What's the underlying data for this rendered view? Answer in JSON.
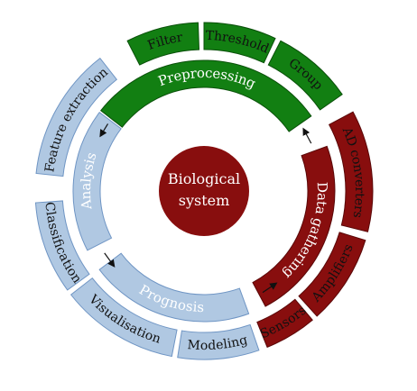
{
  "center": {
    "line1": "Biological",
    "line2": "system"
  },
  "inner_ring": [
    {
      "key": "analysis",
      "label": "Analysis"
    },
    {
      "key": "prognosis",
      "label": "Prognosis"
    },
    {
      "key": "data_gathering",
      "label": "Data gathering"
    },
    {
      "key": "preprocessing",
      "label": "Preprocessing"
    }
  ],
  "outer_ring": [
    {
      "key": "filter",
      "label": "Filter"
    },
    {
      "key": "threshold",
      "label": "Threshold"
    },
    {
      "key": "group",
      "label": "Group"
    },
    {
      "key": "ad_converters",
      "label": "AD converters"
    },
    {
      "key": "amplifiers",
      "label": "Amplifiers"
    },
    {
      "key": "sensors",
      "label": "Sensors"
    },
    {
      "key": "modeling",
      "label": "Modeling"
    },
    {
      "key": "visualisation",
      "label": "Visualisation"
    },
    {
      "key": "classification",
      "label": "Classification"
    },
    {
      "key": "feature_extraction",
      "label": "Feature extraction"
    }
  ],
  "colors": {
    "green": "#127f12",
    "green_stroke": "#0a500a",
    "dark_red": "#880e0e",
    "dark_red_stroke": "#5a0808",
    "light_blue": "#b0c8e2",
    "light_blue_stroke": "#6f95c4",
    "white_text": "#ffffff",
    "black_text": "#111111"
  }
}
